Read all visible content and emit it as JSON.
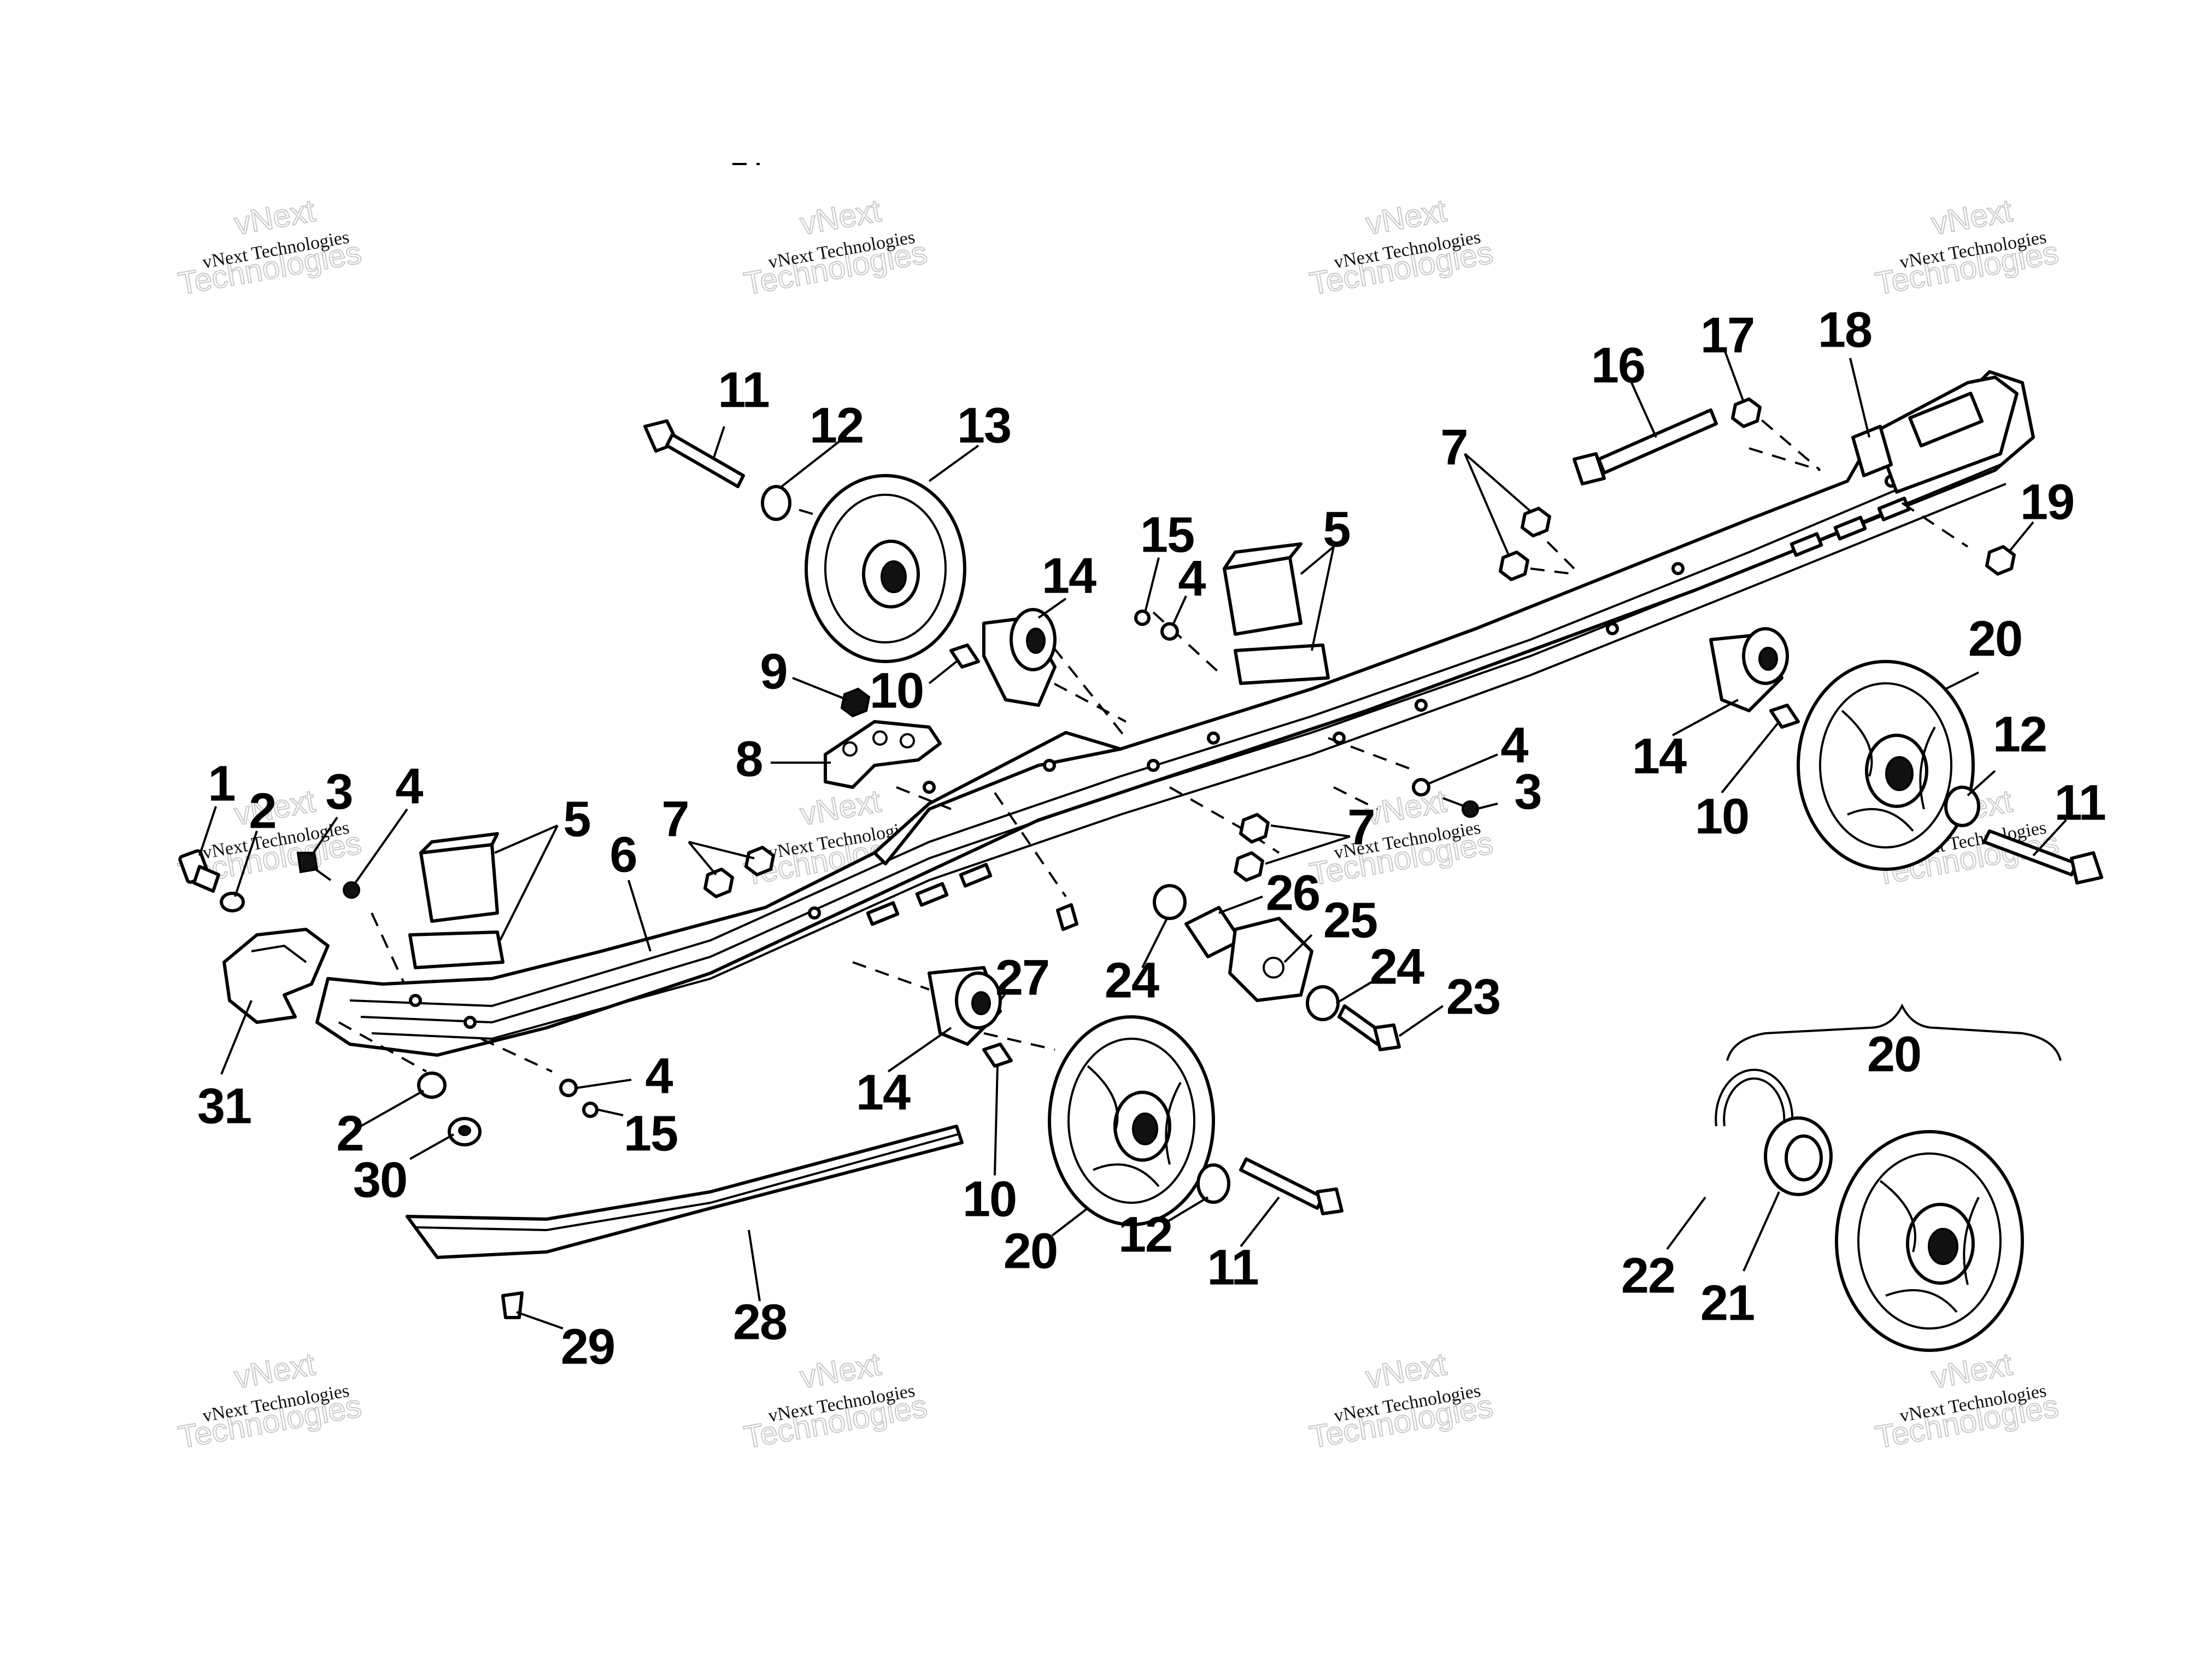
{
  "watermark": {
    "line1": "vNext Technologies",
    "line2": "vNext",
    "line3": "Technologies"
  },
  "callouts": [
    {
      "id": "c1",
      "text": "1"
    },
    {
      "id": "c2a",
      "text": "2"
    },
    {
      "id": "c3a",
      "text": "3"
    },
    {
      "id": "c4a",
      "text": "4"
    },
    {
      "id": "c5a",
      "text": "5"
    },
    {
      "id": "c6",
      "text": "6"
    },
    {
      "id": "c7a",
      "text": "7"
    },
    {
      "id": "c8",
      "text": "8"
    },
    {
      "id": "c9",
      "text": "9"
    },
    {
      "id": "c10a",
      "text": "10"
    },
    {
      "id": "c11a",
      "text": "11"
    },
    {
      "id": "c12a",
      "text": "12"
    },
    {
      "id": "c13",
      "text": "13"
    },
    {
      "id": "c14a",
      "text": "14"
    },
    {
      "id": "c15a",
      "text": "15"
    },
    {
      "id": "c4b",
      "text": "4"
    },
    {
      "id": "c5b",
      "text": "5"
    },
    {
      "id": "c7b",
      "text": "7"
    },
    {
      "id": "c16",
      "text": "16"
    },
    {
      "id": "c17",
      "text": "17"
    },
    {
      "id": "c18",
      "text": "18"
    },
    {
      "id": "c19",
      "text": "19"
    },
    {
      "id": "c20a",
      "text": "20"
    },
    {
      "id": "c14b",
      "text": "14"
    },
    {
      "id": "c10b",
      "text": "10"
    },
    {
      "id": "c12b",
      "text": "12"
    },
    {
      "id": "c11b",
      "text": "11"
    },
    {
      "id": "c4c",
      "text": "4"
    },
    {
      "id": "c3b",
      "text": "3"
    },
    {
      "id": "c7c",
      "text": "7"
    },
    {
      "id": "c26",
      "text": "26"
    },
    {
      "id": "c25",
      "text": "25"
    },
    {
      "id": "c24a",
      "text": "24"
    },
    {
      "id": "c24b",
      "text": "24"
    },
    {
      "id": "c23",
      "text": "23"
    },
    {
      "id": "c27",
      "text": "27"
    },
    {
      "id": "c14c",
      "text": "14"
    },
    {
      "id": "c10c",
      "text": "10"
    },
    {
      "id": "c20b",
      "text": "20"
    },
    {
      "id": "c12c",
      "text": "12"
    },
    {
      "id": "c11c",
      "text": "11"
    },
    {
      "id": "c31",
      "text": "31"
    },
    {
      "id": "c2b",
      "text": "2"
    },
    {
      "id": "c30",
      "text": "30"
    },
    {
      "id": "c4d",
      "text": "4"
    },
    {
      "id": "c15b",
      "text": "15"
    },
    {
      "id": "c28",
      "text": "28"
    },
    {
      "id": "c29",
      "text": "29"
    },
    {
      "id": "c20c",
      "text": "20"
    },
    {
      "id": "c22",
      "text": "22"
    },
    {
      "id": "c21",
      "text": "21"
    }
  ]
}
